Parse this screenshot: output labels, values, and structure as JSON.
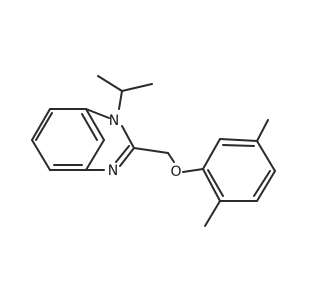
{
  "molecule": {
    "atoms": {
      "n1": "N",
      "n2": "N",
      "o": "O"
    }
  }
}
